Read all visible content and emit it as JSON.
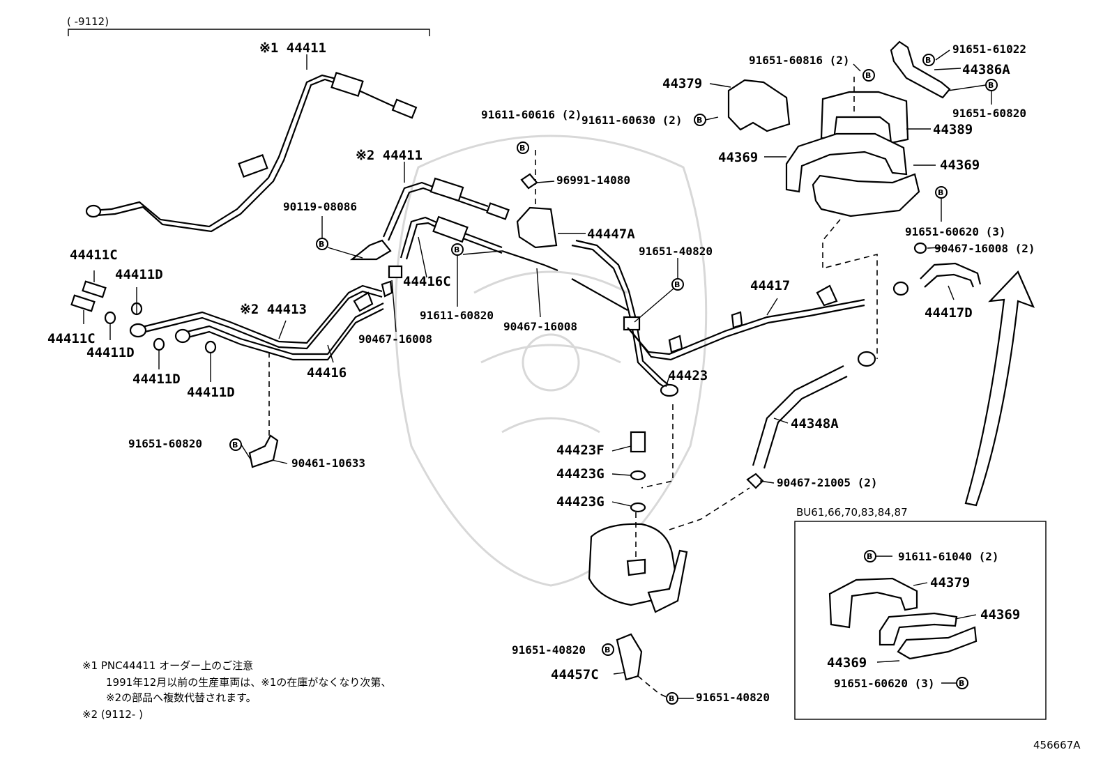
{
  "diagram": {
    "bracket_range": "(     -9112)",
    "figure_code": "456667A",
    "inset_title": "BU61,66,70,83,84,87",
    "bolt_symbol": "B",
    "notes": [
      "※1 PNC44411  オーダー上のご注意",
      "1991年12月以前の生産車両は、※1の在庫がなくなり次第、",
      "※2の部品へ複数代替されます。",
      "※2 (9112-        )"
    ],
    "labels": [
      "※1 44411",
      "※2 44411",
      "44411C",
      "44411C",
      "44411D",
      "44411D",
      "44411D",
      "44411D",
      "※2 44413",
      "44416",
      "44416C",
      "90119-08086",
      "90467-16008",
      "91611-60820",
      "90467-16008",
      "91651-60820",
      "90461-10633",
      "91611-60616 (2)",
      "96991-14080",
      "44447A",
      "91651-40820",
      "44417",
      "44423",
      "44423F",
      "44423G",
      "44423G",
      "44348A",
      "90467-21005 (2)",
      "91651-40820",
      "44457C",
      "91651-40820",
      "44379",
      "91651-60816 (2)",
      "91611-60630 (2)",
      "91651-61022",
      "44386A",
      "91651-60820",
      "44389",
      "44369",
      "44369",
      "91651-60620 (3)",
      "90467-16008 (2)",
      "44417D",
      "91611-61040 (2)",
      "44379",
      "44369",
      "44369",
      "91651-60620 (3)"
    ]
  }
}
